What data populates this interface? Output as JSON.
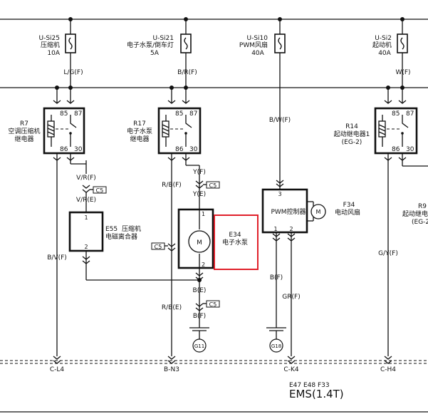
{
  "fuses": [
    {
      "id": "U-Si25",
      "desc": "压缩机",
      "rating": "10A",
      "wire": "L/G(F)"
    },
    {
      "id": "U-Si21",
      "desc": "电子水泵/倒车灯",
      "rating": "5A",
      "wire": "B/R(F)"
    },
    {
      "id": "U-Si10",
      "desc": "PWM风扇",
      "rating": "40A",
      "wire": "B/W(F)"
    },
    {
      "id": "U-Si2",
      "desc": "起动机",
      "rating": "40A",
      "wire": "W(F)"
    }
  ],
  "relays": [
    {
      "id": "R7",
      "name1": "空调压缩机",
      "name2": "继电器"
    },
    {
      "id": "R17",
      "name1": "电子水泵",
      "name2": "继电器"
    },
    {
      "id": "R14",
      "name1": "起动继电器1",
      "name2": "(EG-2)"
    },
    {
      "id": "R9",
      "name1": "起动继电",
      "name2": "(EG-2"
    }
  ],
  "pins": {
    "p85": "85",
    "p87": "87",
    "p86": "86",
    "p30": "30"
  },
  "components": {
    "e55": {
      "id": "E55",
      "name1": "压缩机",
      "name2": "电磁离合器",
      "pin1": "1",
      "pin2": "2"
    },
    "e34": {
      "id": "E34",
      "name": "电子水泵",
      "pin1": "1",
      "pin2": "2",
      "motor": "M"
    },
    "f34": {
      "id": "F34",
      "name": "电动风扇",
      "block": "PWM控制器",
      "pin3": "3",
      "pin1": "1",
      "pin2": "2",
      "motor": "M"
    }
  },
  "wires": {
    "vrf": "V/R(F)",
    "vre": "V/R(E)",
    "yf": "Y(F)",
    "ye": "Y(E)",
    "bvf": "B/V(F)",
    "rbf": "R/B(F)",
    "rbe": "R/B(E)",
    "be": "B(E)",
    "bf_pump": "B(F)",
    "bf_fan": "B(F)",
    "grf": "GR(F)",
    "gyf": "G/Y(F)"
  },
  "connectors": {
    "c5_1": "C5",
    "c5_2": "C5",
    "c5_3": "C5",
    "c5_4": "C5"
  },
  "grounds": {
    "g11": "G11",
    "g18": "G18"
  },
  "bottom_refs": [
    "C-L4",
    "B-N3",
    "C-K4",
    "C-H4"
  ],
  "footer": {
    "refs": "E47 E48 F33",
    "system": "EMS(1.4T)"
  },
  "highlight_color": "#e0202a"
}
